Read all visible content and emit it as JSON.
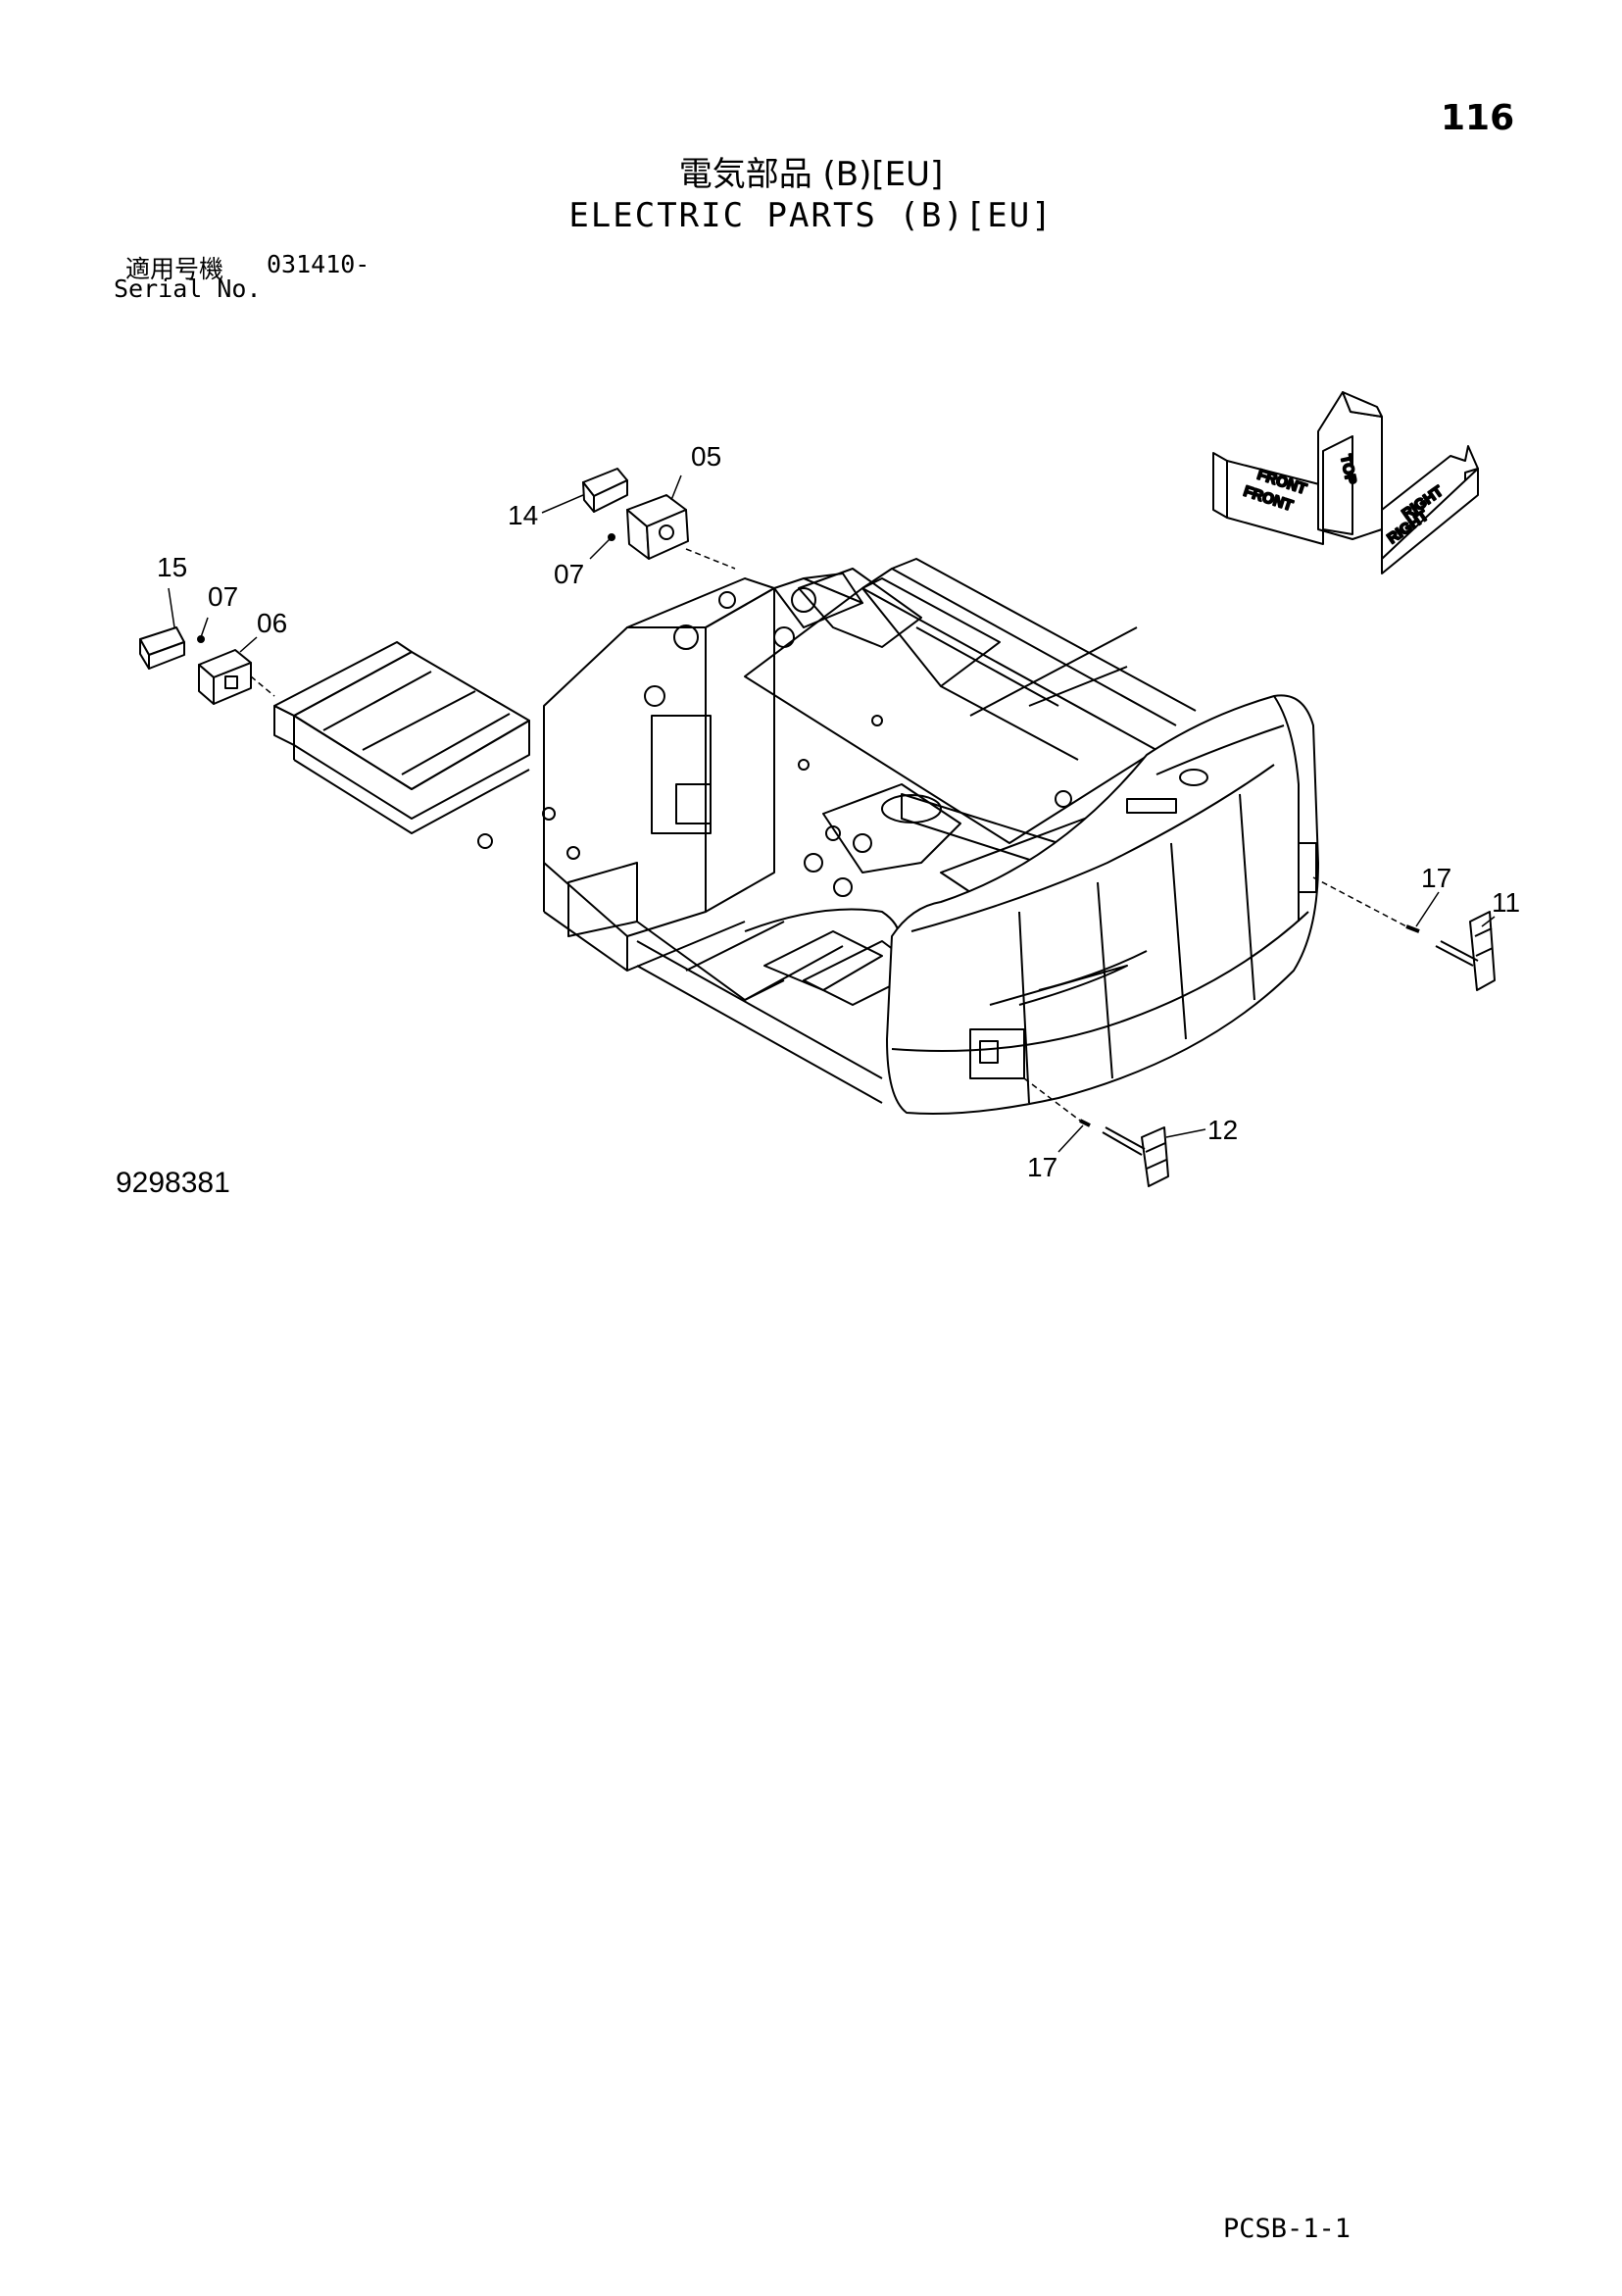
{
  "header": {
    "page_number": "116",
    "title_jp": "電気部品 (B)[EU]",
    "title_en": "ELECTRIC PARTS (B)[EU]"
  },
  "serial": {
    "label_jp": "適用号機",
    "value": "031410-",
    "label_en": "Serial No."
  },
  "direction_indicator": {
    "front": "FRONT",
    "top": "TOP",
    "right": "RIGHT"
  },
  "callouts": {
    "c05": "05",
    "c14": "14",
    "c07a": "07",
    "c15": "15",
    "c07b": "07",
    "c06": "06",
    "c17a": "17",
    "c11": "11",
    "c12": "12",
    "c17b": "17"
  },
  "drawing_number": "9298381",
  "footer": {
    "code": "PCSB-1-1"
  }
}
